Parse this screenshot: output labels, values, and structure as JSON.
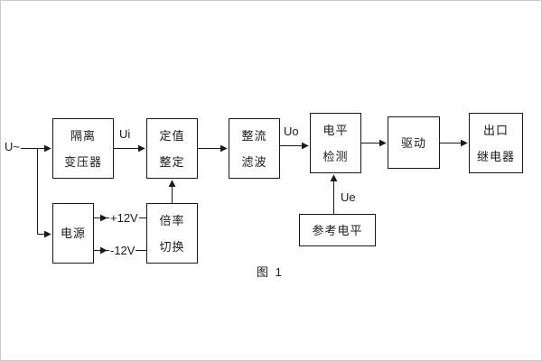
{
  "caption": "图 1",
  "signals": {
    "input": "U~",
    "ui": "Ui",
    "uo": "Uo",
    "ue": "Ue",
    "rail_pos": "+12V",
    "rail_neg": "-12V"
  },
  "blocks": {
    "isolation_transformer": {
      "line1": "隔离",
      "line2": "变压器"
    },
    "setting": {
      "line1": "定值",
      "line2": "整定"
    },
    "rectifier_filter": {
      "line1": "整流",
      "line2": "滤波"
    },
    "level_detector": {
      "line1": "电平",
      "line2": "检测"
    },
    "driver": {
      "label": "驱动"
    },
    "output_relay": {
      "line1": "出口",
      "line2": "继电器"
    },
    "power": {
      "label": "电源"
    },
    "ratio_switch": {
      "line1": "倍率",
      "line2": "切换"
    },
    "reference_level": {
      "label": "参考电平"
    }
  },
  "colors": {
    "wire": "#1a1a1a",
    "box_border": "#1a1a1a",
    "background": "#ffffff",
    "page_border": "#c9c9c9"
  }
}
